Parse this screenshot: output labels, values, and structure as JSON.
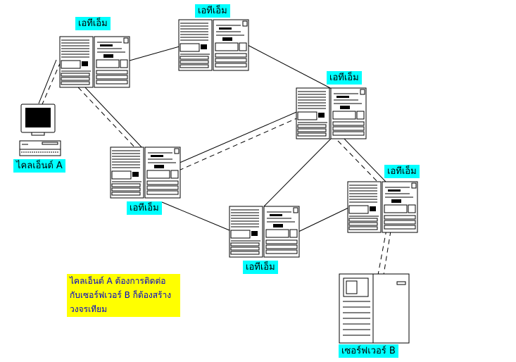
{
  "labels": {
    "atm_1": "เอทีเอ็ม",
    "atm_2": "เอทีเอ็ม",
    "atm_3": "เอทีเอ็ม",
    "atm_4": "เอทีเอ็ม",
    "atm_5": "เอทีเอ็ม",
    "atm_6": "เอทีเอ็ม",
    "client": "ไคลเอ็นต์ A",
    "server": "เซอร์ฟเวอร์ B"
  },
  "note": {
    "lines": [
      "ไคลเอ็นต์ A ต้องการติดต่อ",
      "กับเซอร์ฟเวอร์ B ก็ต้องสร้าง",
      "วงจรเทียม"
    ]
  },
  "colors": {
    "label_bg": "#00ffff",
    "note_bg": "#ffff00",
    "note_text": "#0000cc",
    "line": "#000000"
  }
}
